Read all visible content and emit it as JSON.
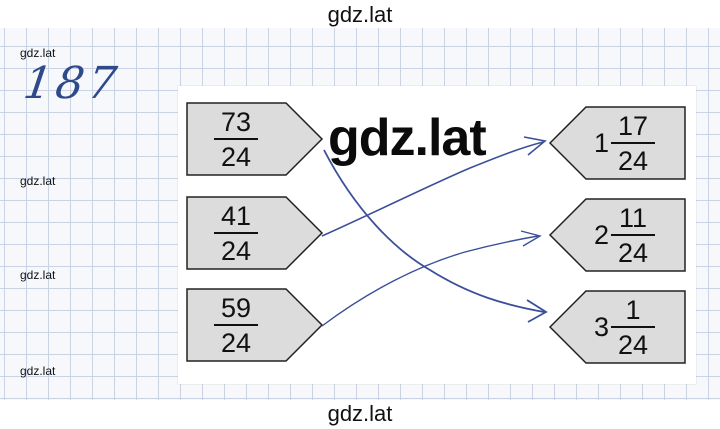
{
  "watermarks": {
    "top": "gdz.lat",
    "bottom": "gdz.lat",
    "center": "gdz.lat",
    "left": [
      "gdz.lat",
      "gdz.lat",
      "gdz.lat",
      "gdz.lat"
    ]
  },
  "exercise_number": "187",
  "left_fractions": [
    {
      "numerator": "73",
      "denominator": "24"
    },
    {
      "numerator": "41",
      "denominator": "24"
    },
    {
      "numerator": "59",
      "denominator": "24"
    }
  ],
  "right_mixed": [
    {
      "whole": "1",
      "numerator": "17",
      "denominator": "24"
    },
    {
      "whole": "2",
      "numerator": "11",
      "denominator": "24"
    },
    {
      "whole": "3",
      "numerator": "1",
      "denominator": "24"
    }
  ],
  "colors": {
    "ink": "#3b4f9a",
    "shape_fill": "#dcdcdc",
    "grid": "#c9d3e4"
  }
}
